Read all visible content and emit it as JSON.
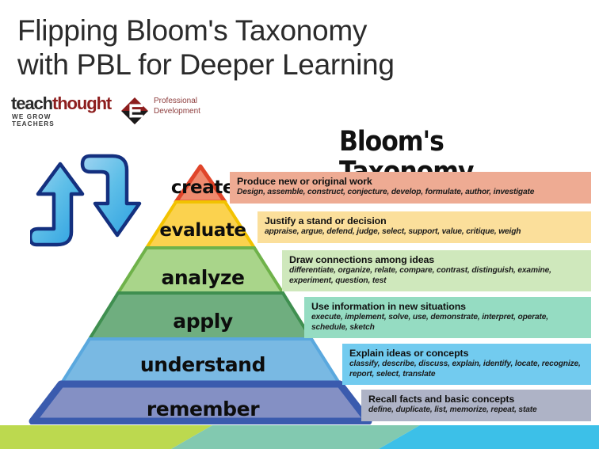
{
  "slide": {
    "title": "Flipping Bloom's Taxonomy\nwith PBL for Deeper Learning",
    "background_color": "#ffffff"
  },
  "logo": {
    "word_part1": "teach",
    "word_part2": "thought",
    "tagline": "WE GROW TEACHERS",
    "mark_name": "teachthought-diamond-mark",
    "professional": "Professional",
    "development": "Development",
    "brand_dark": "#2a2a2a",
    "brand_red": "#8d1d1d"
  },
  "graphic": {
    "heading": "Bloom's Taxonomy",
    "arrows": {
      "up_arrow": "up-arrow",
      "down_arrow": "curved-down-arrow",
      "color": "#2b9fe0",
      "outline": "#14307f"
    },
    "pyramid": {
      "tiers": [
        {
          "label": "create",
          "color": "#ef8a6e"
        },
        {
          "label": "evaluate",
          "color": "#fbd24e"
        },
        {
          "label": "analyze",
          "color": "#a9d58a"
        },
        {
          "label": "apply",
          "color": "#6fae7f"
        },
        {
          "label": "understand",
          "color": "#79b9e3"
        },
        {
          "label": "remember",
          "color": "#8490c4"
        }
      ],
      "outline_color": "#3a5bae"
    },
    "descriptions": [
      {
        "heading": "Produce new or original work",
        "verbs": "Design, assemble, construct, conjecture, develop, formulate, author, investigate",
        "color": "#eeab93"
      },
      {
        "heading": "Justify a stand or decision",
        "verbs": "appraise, argue, defend, judge, select, support, value, critique, weigh",
        "color": "#fbdf9b"
      },
      {
        "heading": "Draw connections among ideas",
        "verbs": "differentiate, organize, relate, compare, contrast, distinguish, examine, experiment, question, test",
        "color": "#cfe8bc"
      },
      {
        "heading": "Use information in new situations",
        "verbs": "execute, implement, solve, use, demonstrate, interpret, operate, schedule, sketch",
        "color": "#95dcc2"
      },
      {
        "heading": "Explain ideas or concepts",
        "verbs": "classify, describe, discuss, explain, identify, locate, recognize, report, select, translate",
        "color": "#72cbef"
      },
      {
        "heading": "Recall facts and basic concepts",
        "verbs": "define, duplicate, list, memorize, repeat, state",
        "color": "#aeb3c6"
      }
    ]
  },
  "footer": {
    "band_colors": [
      "#bcd94f",
      "#82c9b0",
      "#3cc0e8"
    ]
  }
}
